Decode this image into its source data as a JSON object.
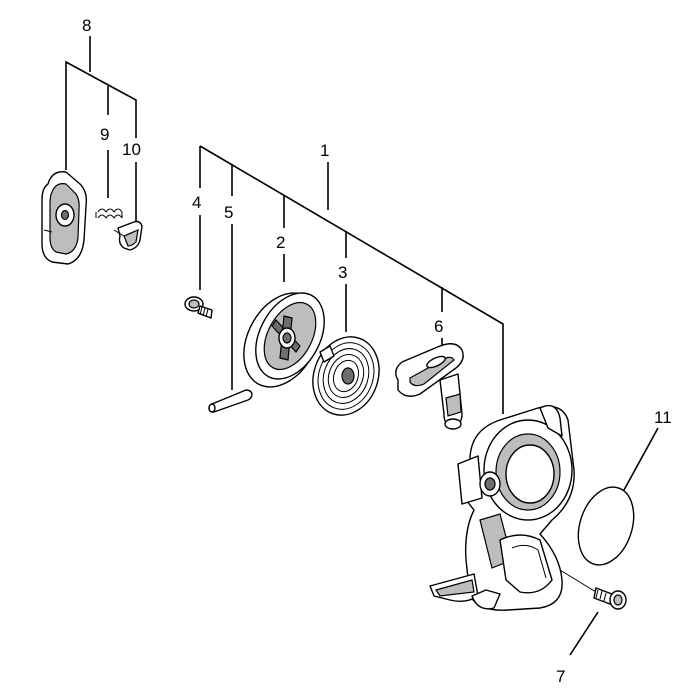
{
  "callouts": [
    {
      "id": "1",
      "label": "1"
    },
    {
      "id": "2",
      "label": "2"
    },
    {
      "id": "3",
      "label": "3"
    },
    {
      "id": "4",
      "label": "4"
    },
    {
      "id": "5",
      "label": "5"
    },
    {
      "id": "6",
      "label": "6"
    },
    {
      "id": "7",
      "label": "7"
    },
    {
      "id": "8",
      "label": "8"
    },
    {
      "id": "9",
      "label": "9"
    },
    {
      "id": "10",
      "label": "10"
    },
    {
      "id": "11",
      "label": "11"
    }
  ],
  "colors": {
    "ink": "#000000",
    "shade": "#bdbdbd",
    "dark": "#6e6e6e",
    "background": "#ffffff"
  }
}
